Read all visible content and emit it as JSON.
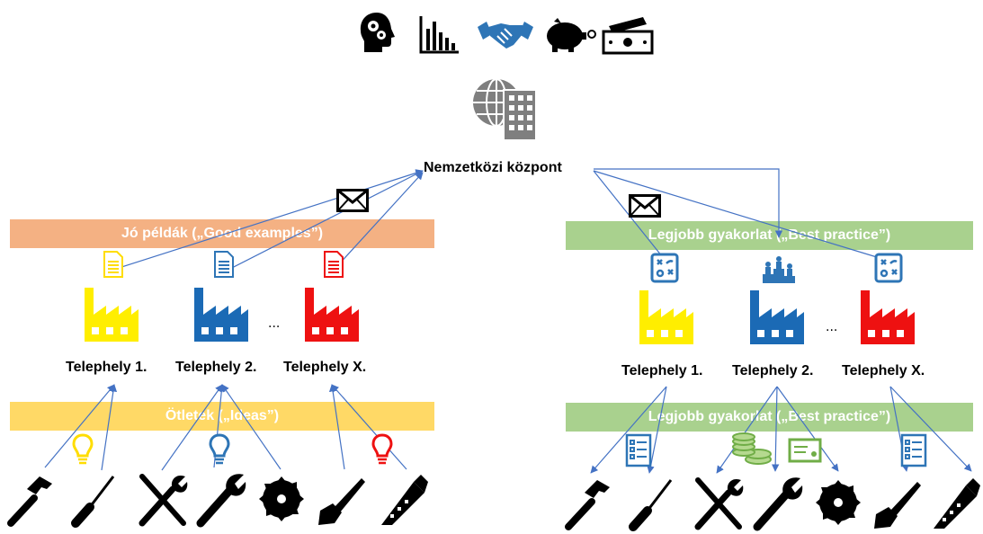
{
  "center": {
    "label": "Nemzetközi központ"
  },
  "left": {
    "band_top": "Jó példák („Good examples”)",
    "band_bottom": "Ötletek („Ideas”)",
    "sites": [
      "Telephely 1.",
      "Telephely 2.",
      "Telephely X."
    ],
    "ellipsis": "...",
    "factory_colors": [
      "#ffee00",
      "#1b6ab5",
      "#ee1111"
    ]
  },
  "right": {
    "band_top": "Legjobb gyakorlat („Best practice”)",
    "band_bottom": "Legjobb gyakorlat („Best practice”)",
    "sites": [
      "Telephely 1.",
      "Telephely 2.",
      "Telephely X."
    ],
    "ellipsis": "...",
    "factory_colors": [
      "#ffee00",
      "#1b6ab5",
      "#ee1111"
    ]
  },
  "colors": {
    "band_salmon": "#f4b183",
    "band_yellow": "#ffd966",
    "band_green": "#a9d18e",
    "arrow": "#4472c4",
    "icon_blue": "#2e75b6",
    "icon_green": "#70ad47"
  },
  "icons": {
    "top_row": [
      "head-gears-icon",
      "bar-chart-icon",
      "handshake-icon",
      "piggy-bank-icon",
      "money-icon"
    ],
    "center": "globe-building-icon",
    "tools": [
      "hammer-icon",
      "screwdriver-icon",
      "crossed-tools-icon",
      "wrench-icon",
      "saw-blade-icon",
      "paintbrush-icon",
      "handsaw-icon"
    ]
  }
}
